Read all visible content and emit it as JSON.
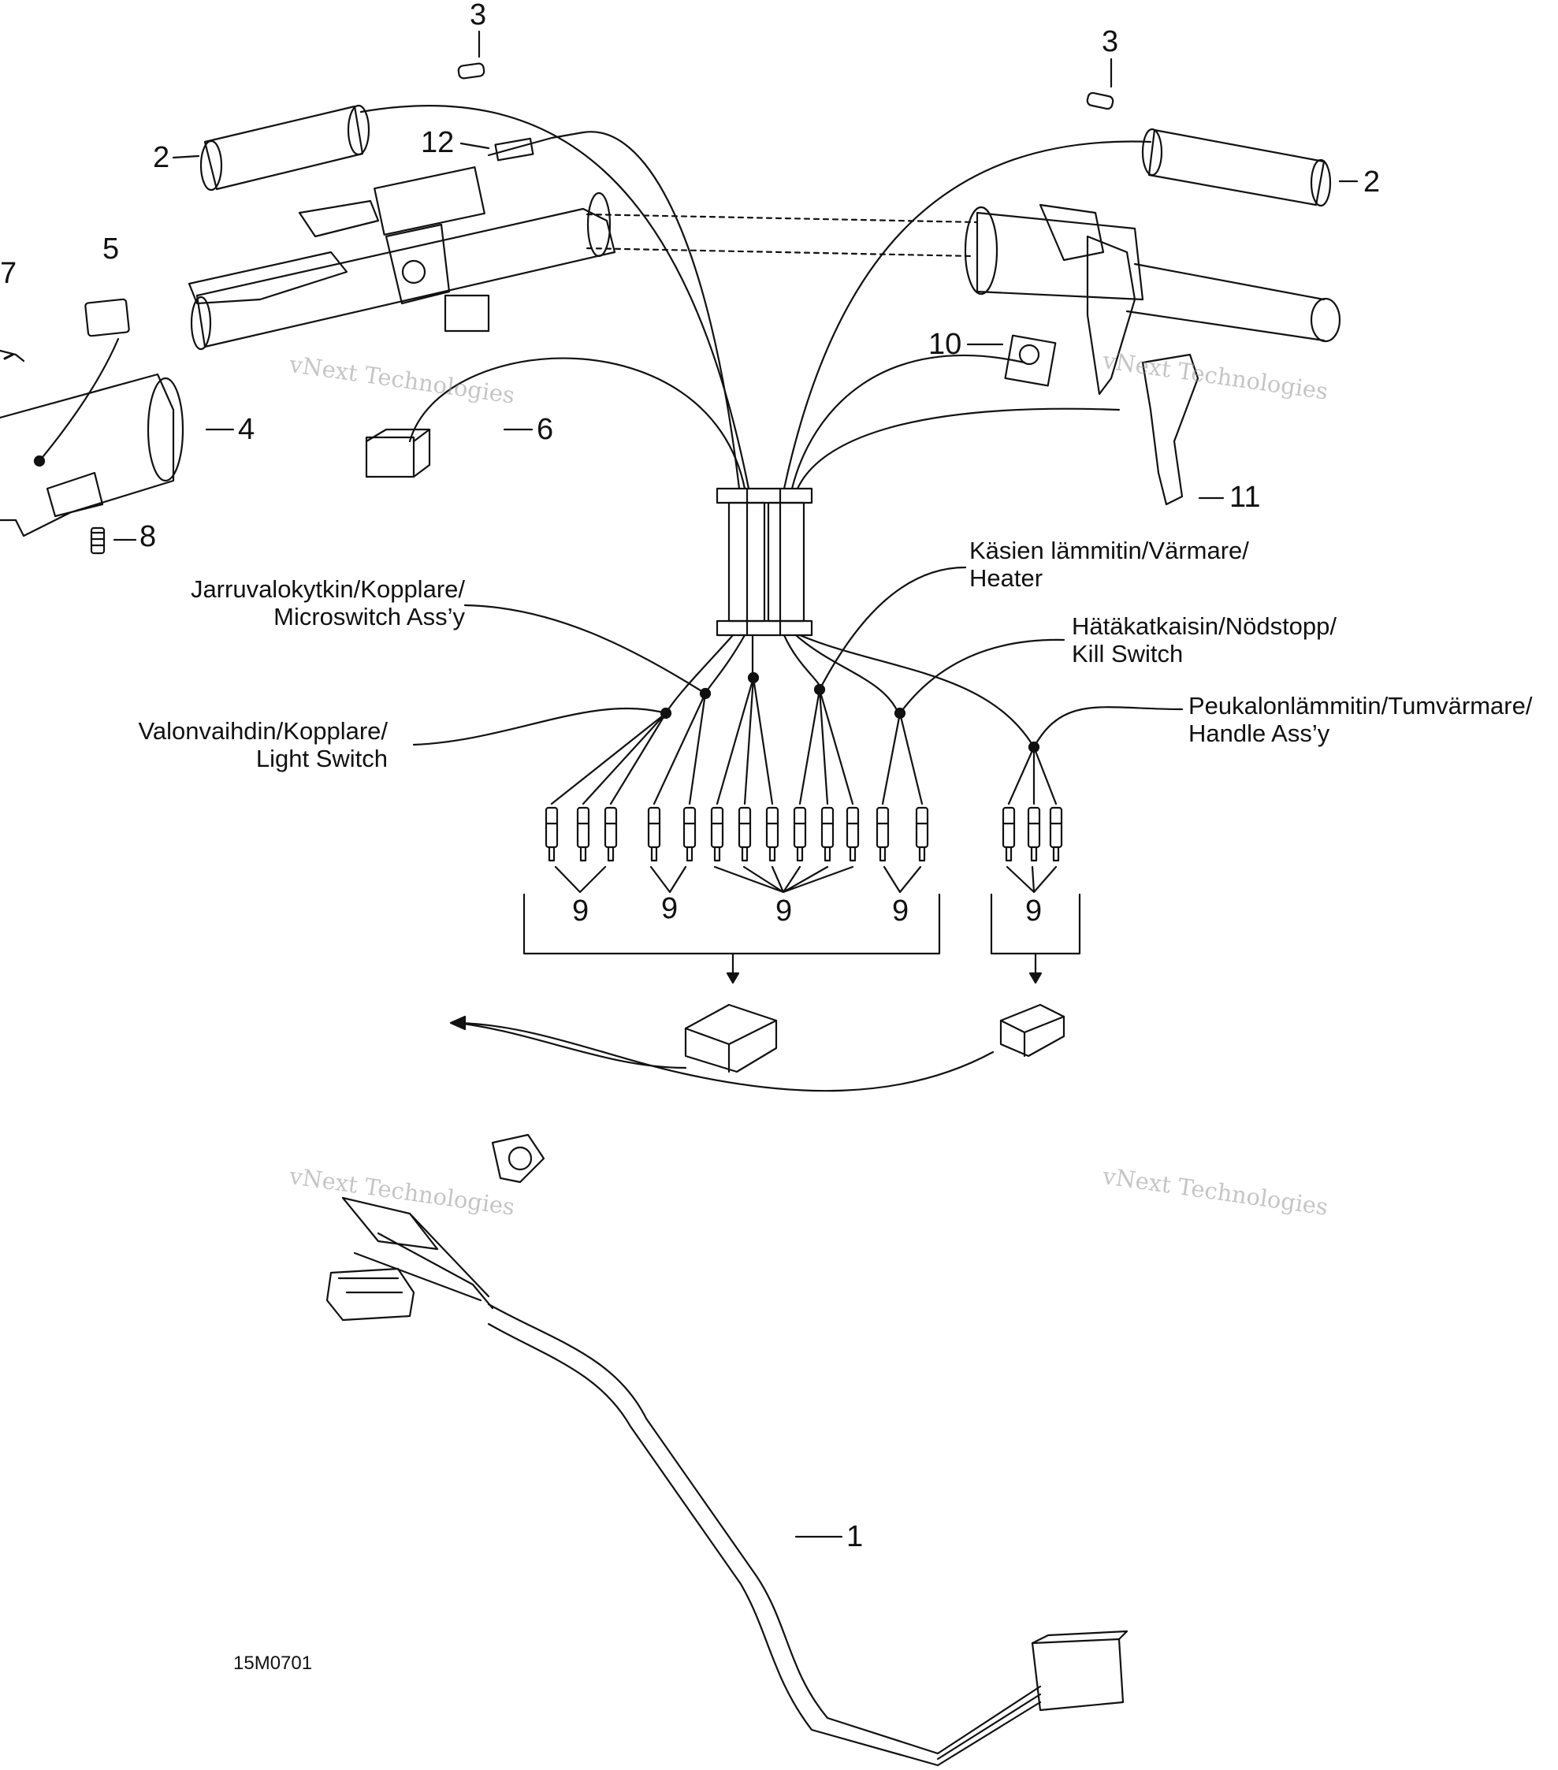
{
  "diagram": {
    "reference_code": "15M0701",
    "part_numbers": {
      "p1": "1",
      "p2_left": "2",
      "p2_right": "2",
      "p3_left": "3",
      "p3_right": "3",
      "p4": "4",
      "p5": "5",
      "p6": "6",
      "p7": "7",
      "p8": "8",
      "p9_a": "9",
      "p9_b": "9",
      "p9_c": "9",
      "p9_d": "9",
      "p9_e": "9",
      "p10": "10",
      "p11": "11",
      "p12": "12"
    },
    "callouts": {
      "heater": [
        "Käsien lämmitin/Värmare/",
        "Heater"
      ],
      "brake_switch": [
        "Jarruvalokytkin/Kopplare/",
        "Microswitch Ass’y"
      ],
      "kill_switch": [
        "Hätäkatkaisin/Nödstopp/",
        "Kill Switch"
      ],
      "light_switch": [
        "Valonvaihdin/Kopplare/",
        "Light Switch"
      ],
      "thumb_heater": [
        "Peukalonlämmitin/Tumvärmare/",
        "Handle Ass’y"
      ]
    },
    "watermark": {
      "line1": "vNext Technologies",
      "line2": "vNext Technologies"
    }
  }
}
